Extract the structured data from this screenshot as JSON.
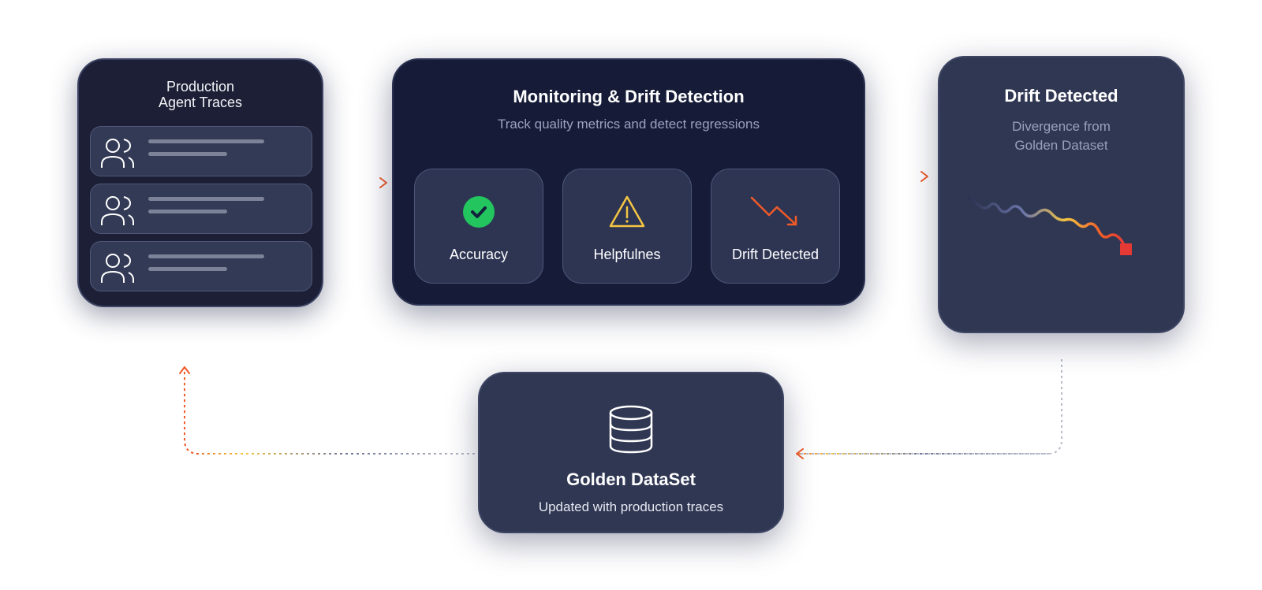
{
  "traces_card": {
    "title_line1": "Production",
    "title_line2": "Agent Traces",
    "rows": [
      {
        "icon": "users-icon"
      },
      {
        "icon": "users-icon"
      },
      {
        "icon": "users-icon"
      }
    ]
  },
  "monitoring_card": {
    "title": "Monitoring & Drift Detection",
    "subtitle": "Track quality metrics and detect regressions",
    "metrics": [
      {
        "label": "Accuracy",
        "icon": "check-circle-icon",
        "color": "#22c55e"
      },
      {
        "label": "Helpfulnes",
        "icon": "warning-triangle-icon",
        "color": "#f4c542"
      },
      {
        "label": "Drift Detected",
        "icon": "trending-down-icon",
        "color": "#f05a28"
      }
    ]
  },
  "drift_card": {
    "title": "Drift Detected",
    "subtitle_line1": "Divergence from",
    "subtitle_line2": "Golden Dataset",
    "icon": "drift-line-icon",
    "end_marker_color": "#e53935"
  },
  "golden_card": {
    "title": "Golden DataSet",
    "subtitle": "Updated with production traces",
    "icon": "database-icon"
  },
  "colors": {
    "accent_orange": "#f05a28",
    "accent_yellow": "#f4c542",
    "connector_gray": "#7c84a3"
  }
}
